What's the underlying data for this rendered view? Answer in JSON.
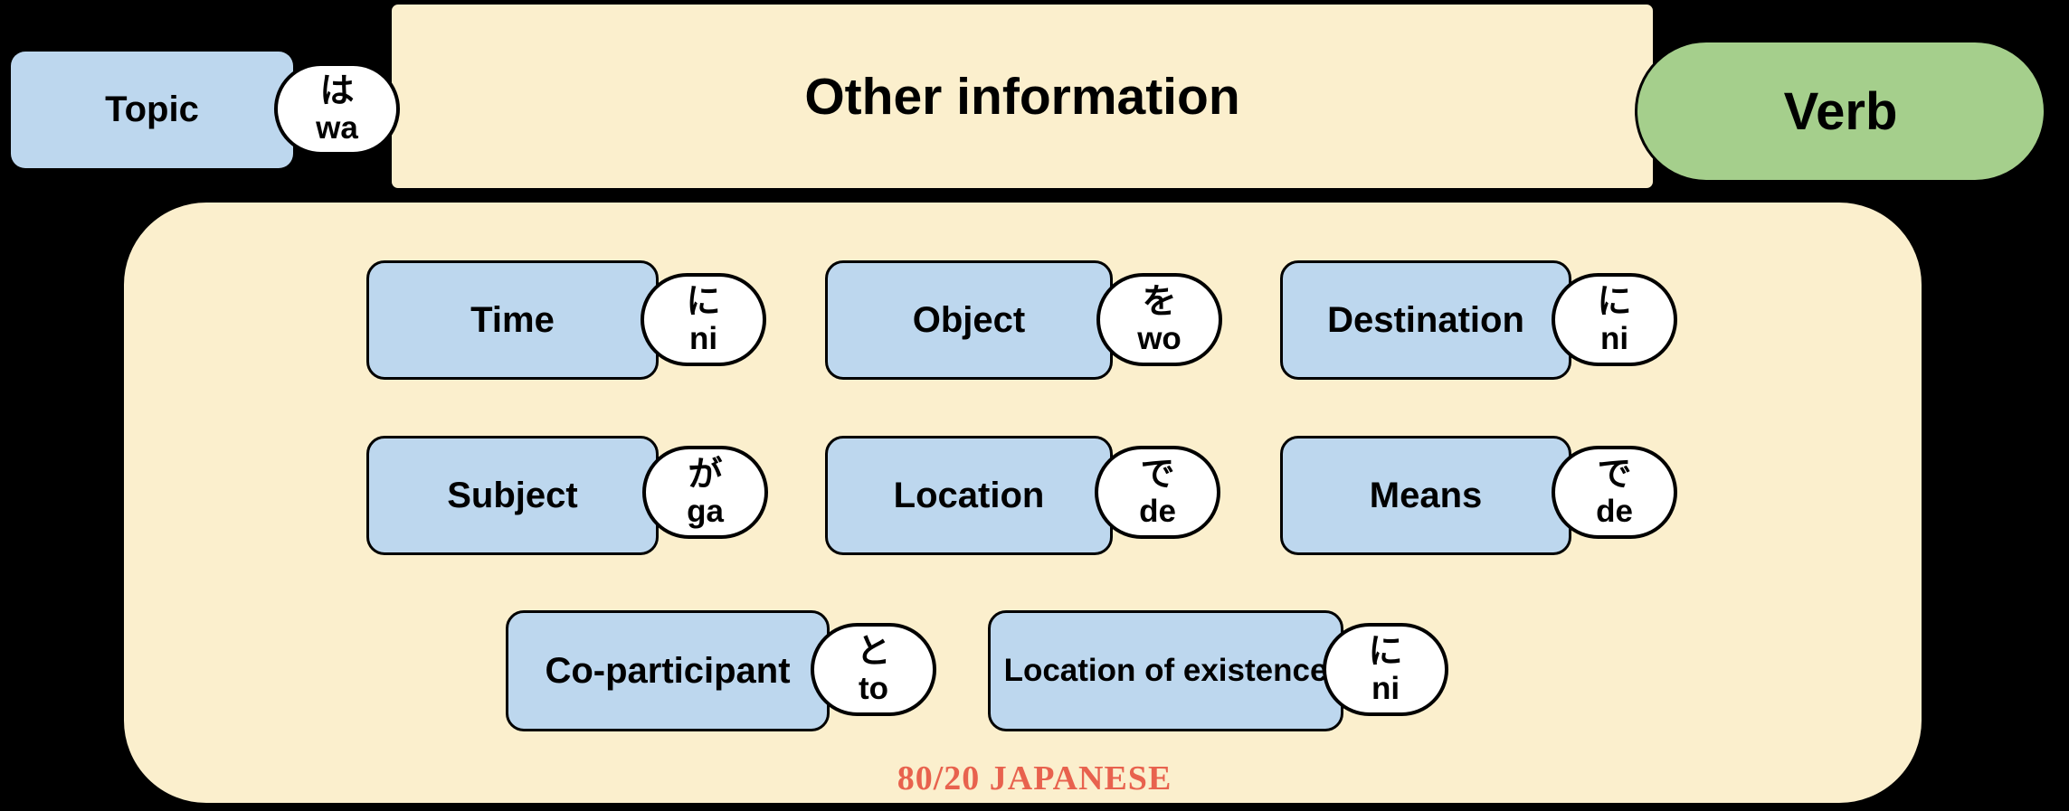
{
  "brand": {
    "label": "80/20 JAPANESE",
    "color": "#E8624E"
  },
  "colors": {
    "background": "#000000",
    "role_box_blue": "#BDD7EE",
    "panel_cream": "#FBEFCD",
    "verb_green": "#A5CF8C",
    "particle_pill_white": "#FFFFFF",
    "border_black": "#000000",
    "brand_red": "#E8624E"
  },
  "sentence": {
    "topic": {
      "label": "Topic",
      "particle_kana": "は",
      "particle_romaji": "wa"
    },
    "other_information": {
      "label": "Other information"
    },
    "verb": {
      "label": "Verb"
    }
  },
  "particles_panel": {
    "rows": [
      {
        "items": [
          {
            "label": "Time",
            "particle_kana": "に",
            "particle_romaji": "ni"
          },
          {
            "label": "Object",
            "particle_kana": "を",
            "particle_romaji": "wo"
          },
          {
            "label": "Destination",
            "particle_kana": "に",
            "particle_romaji": "ni"
          }
        ]
      },
      {
        "items": [
          {
            "label": "Subject",
            "particle_kana": "が",
            "particle_romaji": "ga"
          },
          {
            "label": "Location",
            "particle_kana": "で",
            "particle_romaji": "de"
          },
          {
            "label": "Means",
            "particle_kana": "で",
            "particle_romaji": "de"
          }
        ]
      },
      {
        "items": [
          {
            "label": "Co-participant",
            "particle_kana": "と",
            "particle_romaji": "to"
          },
          {
            "label": "Location of existence",
            "particle_kana": "に",
            "particle_romaji": "ni"
          }
        ]
      }
    ]
  }
}
